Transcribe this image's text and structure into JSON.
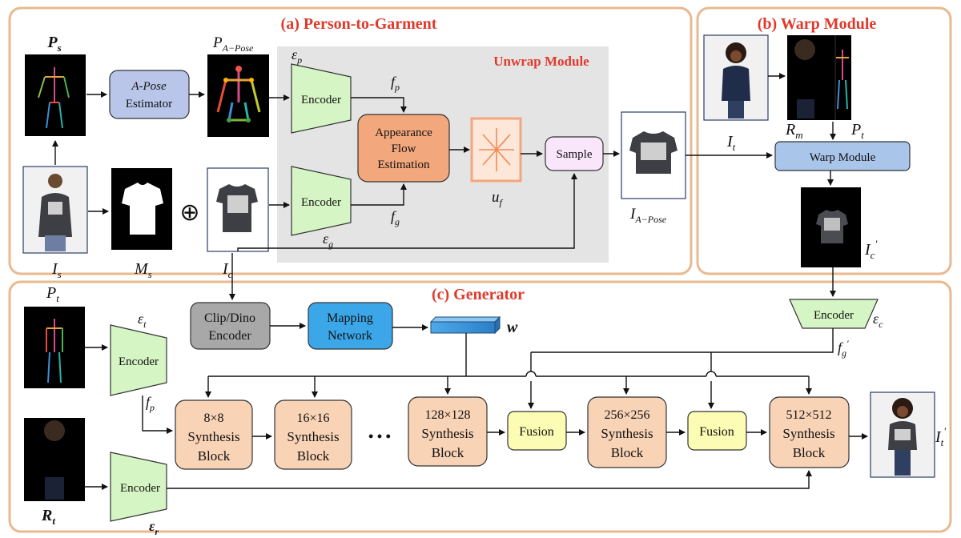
{
  "sections": {
    "a_title": "(a) Person-to-Garment",
    "b_title": "(b) Warp Module",
    "c_title": "(c) Generator",
    "unwrap_title": "Unwrap Module"
  },
  "blocks": {
    "apose_estimator_1": "A-Pose",
    "apose_estimator_2": "Estimator",
    "encoder": "Encoder",
    "appearance_1": "Appearance",
    "appearance_2": "Flow",
    "appearance_3": "Estimation",
    "sample": "Sample",
    "warp_module": "Warp Module",
    "clip_1": "Clip/Dino",
    "clip_2": "Encoder",
    "mapping_1": "Mapping",
    "mapping_2": "Network",
    "fusion": "Fusion",
    "synth_word_1": "Synthesis",
    "synth_word_2": "Block",
    "res_8": "8×8",
    "res_16": "16×16",
    "res_128": "128×128",
    "res_256": "256×256",
    "res_512": "512×512",
    "dots": "• • •",
    "oplus": "⊕"
  },
  "labels": {
    "P": "P",
    "s": "s",
    "A_Pose": "A−Pose",
    "t": "t",
    "I": "I",
    "c": "c",
    "M": "M",
    "R": "R",
    "m": "m",
    "eps": "ε",
    "p": "p",
    "g": "g",
    "r": "r",
    "f": "f",
    "u": "u",
    "w": "w",
    "prime": "′"
  },
  "colors": {
    "frame": "#e9b98f",
    "gray_panel": "#e4e4e4",
    "lavender": "#b9c6ea",
    "encoder_green": "#d6f5c4",
    "appearance_orange": "#f2a77c",
    "sample_pink": "#f9e6fb",
    "warp_blue": "#a9c5ea",
    "clip_gray": "#a8a8a8",
    "mapping_blue": "#3ba7e8",
    "fusion_yellow": "#fcfcb4",
    "synth_peach": "#f9d3b6",
    "title_red": "#e0392b"
  },
  "icons": [
    "skeleton-icon",
    "person-photo-icon",
    "garment-photo-icon",
    "flow-field-icon",
    "feature-vector-icon"
  ]
}
